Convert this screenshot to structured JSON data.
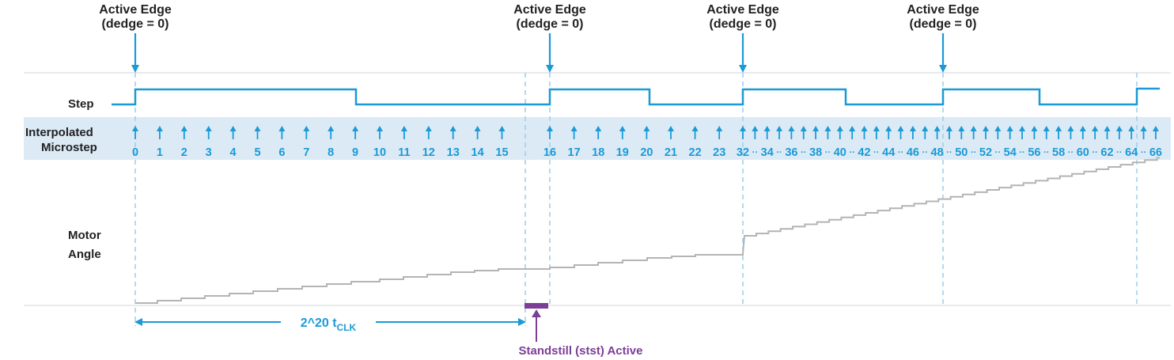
{
  "colors": {
    "signal": "#1a9ad6",
    "band": "#dceaf6",
    "angle": "#b4b4b4",
    "standstill": "#7b3f98",
    "text": "#222222",
    "guide": "#c9d2da"
  },
  "edge_label": {
    "line1": "Active Edge",
    "line2": "(dedge = 0)"
  },
  "row_labels": {
    "step": "Step",
    "interp_line1": "Interpolated",
    "interp_line2": "Microstep",
    "motor_line1": "Motor",
    "motor_line2": "Angle"
  },
  "microstep_labels": [
    "0",
    "1",
    "2",
    "3",
    "4",
    "5",
    "6",
    "7",
    "8",
    "9",
    "10",
    "11",
    "12",
    "13",
    "14",
    "15",
    "16",
    "17",
    "18",
    "19",
    "20",
    "21",
    "22",
    "23",
    "32",
    "34",
    "36",
    "38",
    "40",
    "42",
    "44",
    "46",
    "48",
    "50",
    "52",
    "54",
    "56",
    "58",
    "60",
    "62",
    "64",
    "66"
  ],
  "microstep_separator": "··",
  "timing": {
    "duration_base": "2^20 t",
    "duration_sub": "CLK",
    "standstill_label": "Standstill (stst) Active"
  },
  "icons": {
    "edge_arrow": "down-arrow-icon",
    "microstep_arrow": "up-arrow-icon",
    "span_arrow": "double-headed-arrow-icon",
    "standstill_pointer": "up-arrow-icon"
  }
}
